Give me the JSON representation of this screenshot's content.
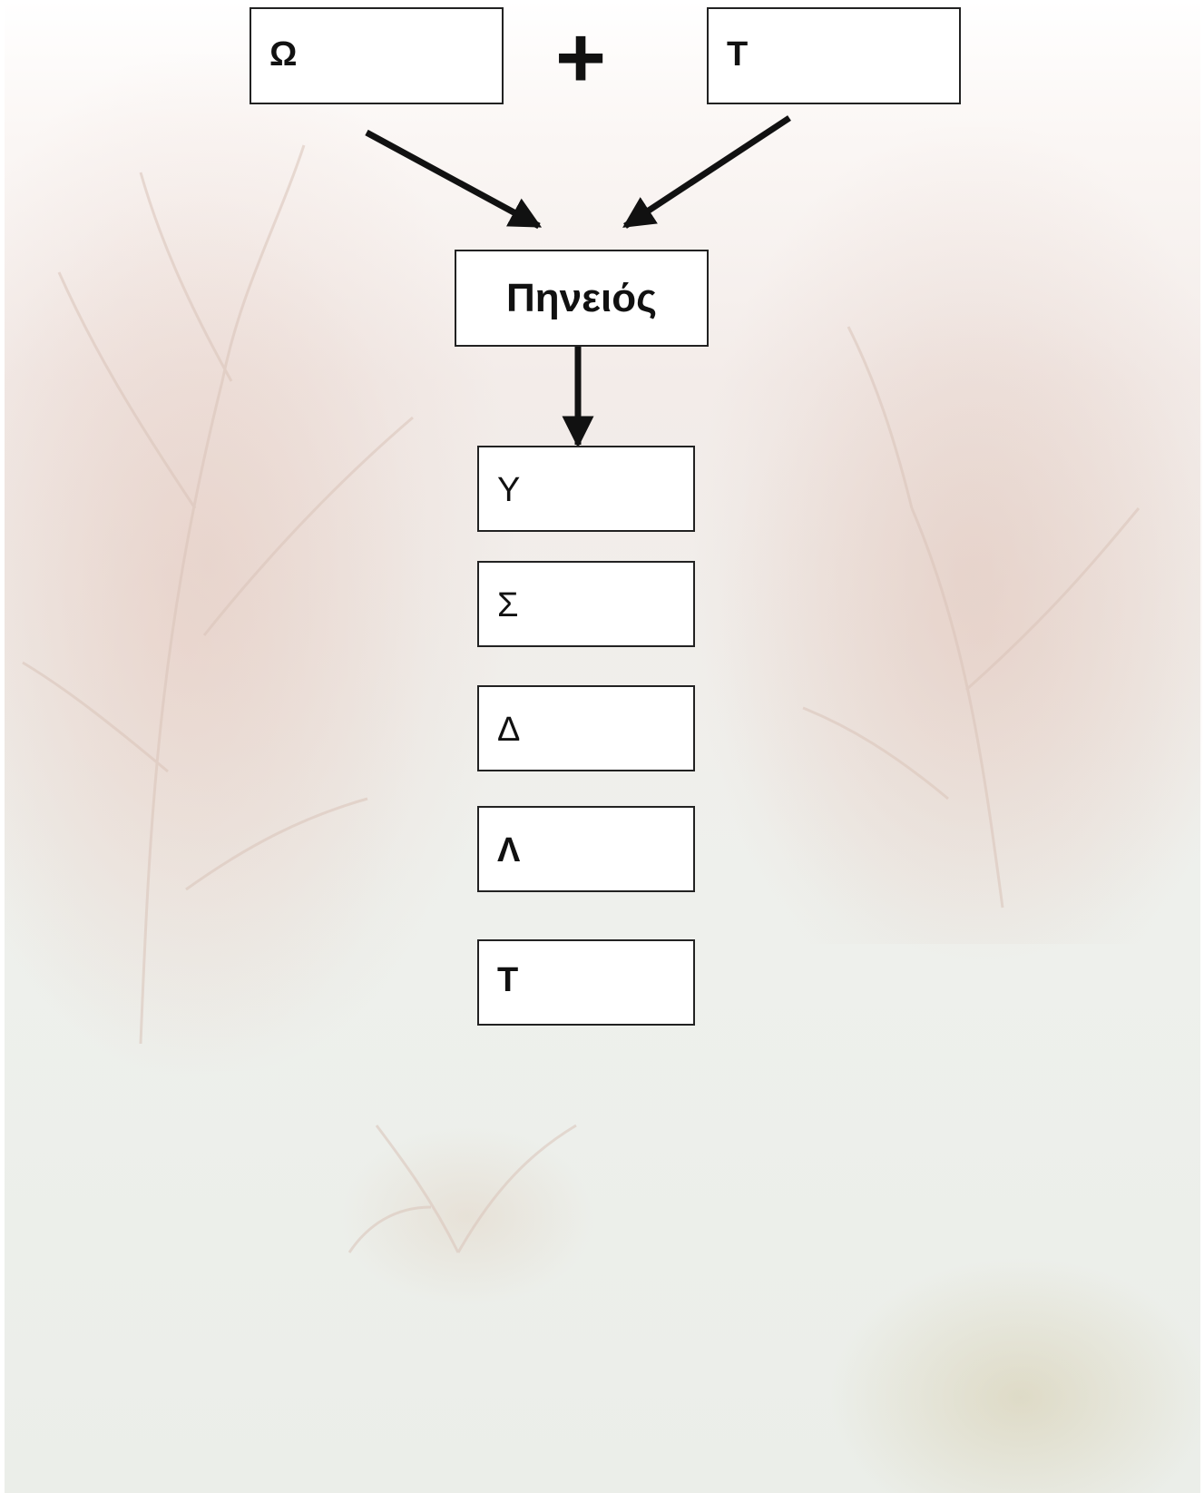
{
  "diagram": {
    "top_left_box": "Ω",
    "operator": "+",
    "top_right_box": "Τ",
    "center_box": "Πηνειός",
    "list_boxes": [
      "Υ",
      "Σ",
      "Δ",
      "Λ",
      "Τ"
    ]
  },
  "colors": {
    "box_border": "#222222",
    "box_fill": "#ffffff",
    "arrow": "#111111",
    "text": "#111111"
  }
}
